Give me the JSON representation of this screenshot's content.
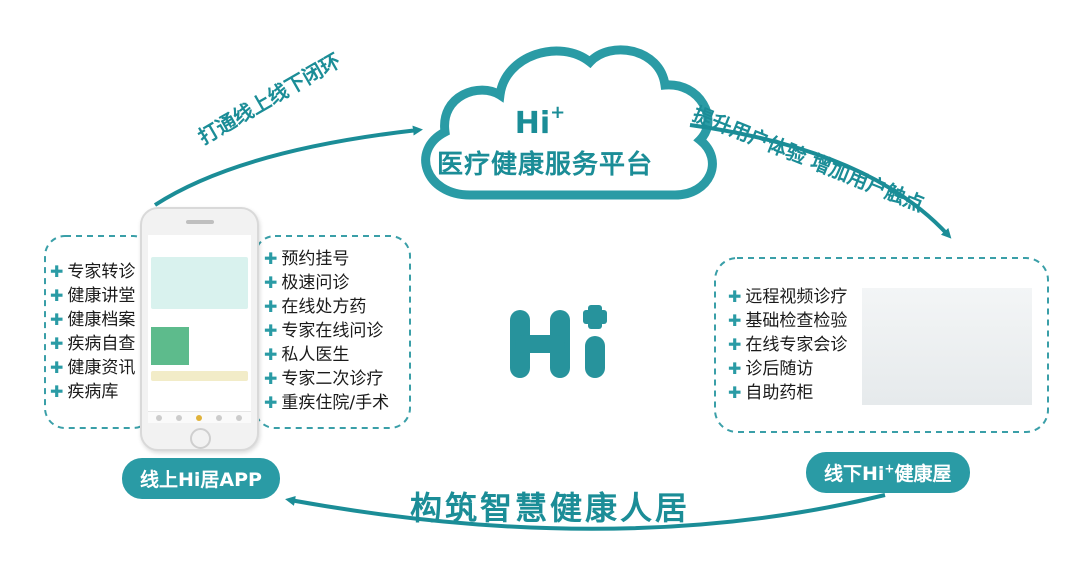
{
  "cloud": {
    "hi_text": "Hi",
    "hi_sup": "+",
    "subtitle": "医疗健康服务平台"
  },
  "arcs": {
    "left_label": "打通线上线下闭环",
    "right_label": "提升用户体验 增加用户触点",
    "bottom_label": "构筑智慧健康人居"
  },
  "online": {
    "pill": "线上Hi居APP",
    "left_list": [
      "专家转诊",
      "健康讲堂",
      "健康档案",
      "疾病自查",
      "健康资讯",
      "疾病库"
    ],
    "right_list": [
      "预约挂号",
      "极速问诊",
      "在线处方药",
      "专家在线问诊",
      "私人医生",
      "专家二次诊疗",
      "重疾住院/手术"
    ]
  },
  "offline": {
    "pill_pre": "线下Hi",
    "pill_sup": "+",
    "pill_post": "健康屋",
    "list": [
      "远程视频诊疗",
      "基础检查检验",
      "在线专家会诊",
      "诊后随访",
      "自助药柜"
    ]
  },
  "colors": {
    "teal": "#1b8d97",
    "teal_light": "#2a9ba5",
    "dashed": "#3a9fa8"
  },
  "icons": {
    "list_marker": "plus-icon",
    "center_logo": "hi-plus-logo"
  }
}
